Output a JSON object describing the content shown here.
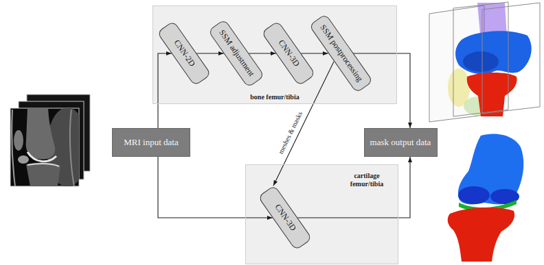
{
  "diagram": {
    "nodes": [
      {
        "text": [
          "MRI input data"
        ]
      },
      {
        "text": [
          "bone femur/tibia"
        ]
      },
      {
        "text": [
          "CNN-2D"
        ],
        "in": 1
      },
      {
        "text": [
          "SSM adjustment"
        ],
        "in": 1
      },
      {
        "text": [
          "CNN-3D"
        ],
        "in": 1
      },
      {
        "text": [
          "SSM postprocessing"
        ],
        "in": 1
      },
      {
        "text": [
          "mask output data"
        ]
      },
      {
        "text": [
          "cartilage femur/tibia"
        ]
      },
      {
        "text": [
          "CNN-3D"
        ],
        "in": 7
      }
    ],
    "edges": [
      {
        "from": 0,
        "to": 2,
        "arrow": "to"
      },
      {
        "from": 2,
        "to": 3,
        "arrow": "to"
      },
      {
        "from": 3,
        "to": 4,
        "arrow": "to"
      },
      {
        "from": 4,
        "to": 5,
        "arrow": "to"
      },
      {
        "from": 5,
        "to": 6,
        "arrow": "to"
      },
      {
        "from": 5,
        "to": 8,
        "label": "meshes & masks",
        "arrow": "to"
      },
      {
        "from": 0,
        "to": 8,
        "arrow": "to"
      },
      {
        "from": 8,
        "to": 6,
        "arrow": "to"
      }
    ]
  }
}
